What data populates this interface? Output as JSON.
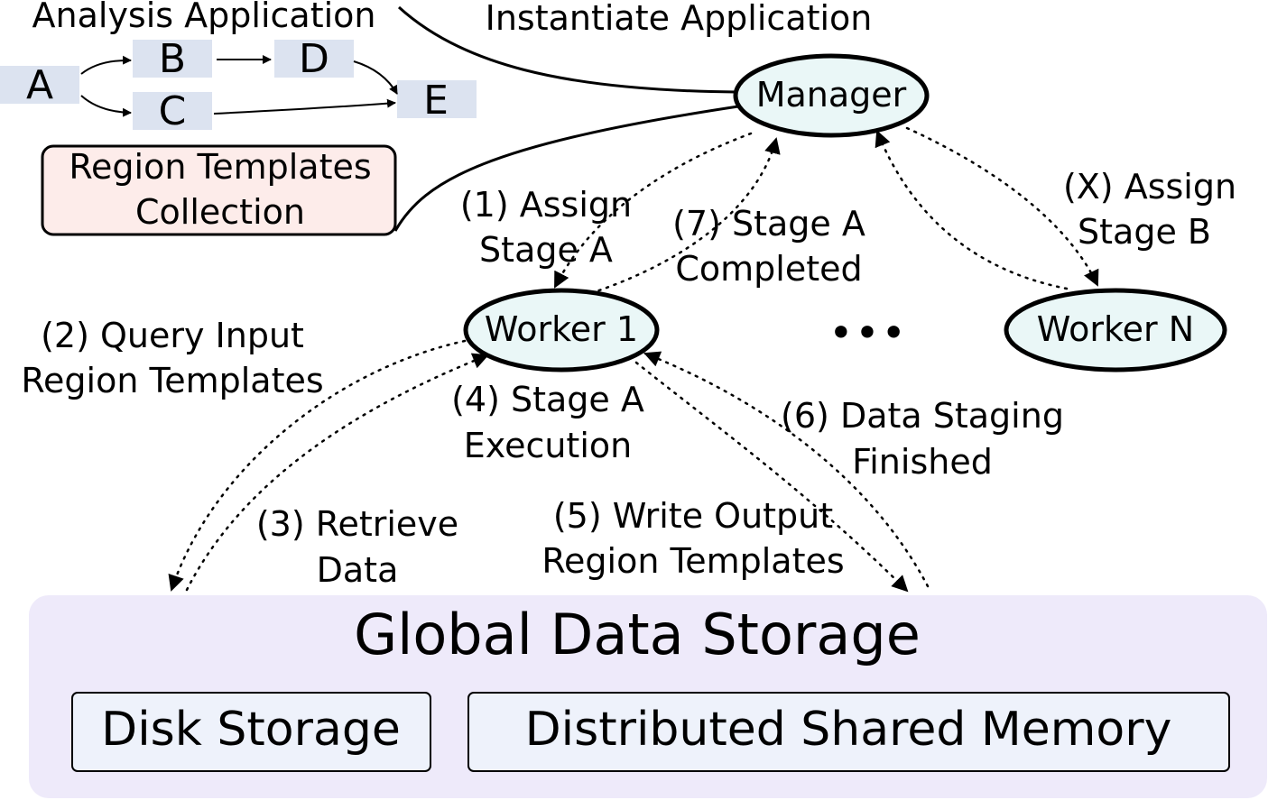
{
  "analysis_app": {
    "title": "Analysis Application",
    "nodes": {
      "a": "A",
      "b": "B",
      "c": "C",
      "d": "D",
      "e": "E"
    }
  },
  "region_templates": {
    "line1": "Region Templates",
    "line2": "Collection"
  },
  "instantiate_label": "Instantiate Application",
  "manager": "Manager",
  "worker1": "Worker 1",
  "workerN": "Worker N",
  "ellipsis": "•••",
  "steps": {
    "s1": [
      "(1) Assign",
      "Stage A"
    ],
    "s2": [
      "(2) Query Input",
      "Region Templates"
    ],
    "s3": [
      "(3) Retrieve",
      "Data"
    ],
    "s4": [
      "(4) Stage A",
      "Execution"
    ],
    "s5": [
      "(5) Write Output",
      "Region Templates"
    ],
    "s6": [
      "(6) Data Staging",
      "Finished"
    ],
    "s7": [
      "(7) Stage A",
      "Completed"
    ],
    "sx": [
      "(X) Assign",
      "Stage B"
    ]
  },
  "storage": {
    "title": "Global Data Storage",
    "disk": "Disk Storage",
    "dsm": "Distributed Shared Memory"
  },
  "colors": {
    "dag_node": "#dce3f0",
    "region_box": "#fdecea",
    "ellipse_fill": "#eaf7f7",
    "storage_bg": "#eeeafa",
    "storage_box": "#eef2fb"
  }
}
